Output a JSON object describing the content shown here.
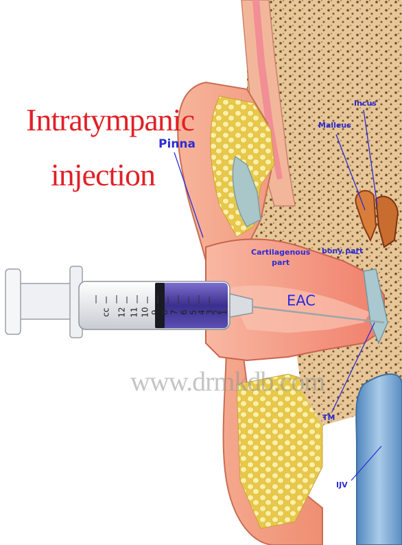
{
  "title": {
    "line1": "Intratympanic",
    "line2": "injection"
  },
  "labels": {
    "pinna": "Pinna",
    "incus": "Incus",
    "malleus": "Malleus",
    "cartilagenous_line1": "Cartilagenous",
    "cartilagenous_line2": "part",
    "bony": "bony part",
    "eac": "EAC",
    "tm": "TM",
    "ijv": "IJV"
  },
  "watermark": "www.drmkdb.com",
  "syringe": {
    "scale": [
      "1",
      "2",
      "3",
      "4",
      "5",
      "6",
      "7",
      "8",
      "9",
      "10",
      "11",
      "12"
    ],
    "unit": "cc"
  },
  "colors": {
    "title": "#e02127",
    "labels": "#2d2bd6",
    "skin": "#f3a184",
    "canal": "#f6a58d",
    "bone": "#e8c596",
    "fat": "#f5e27a",
    "fluid": "#4a3a9a",
    "vein": "#6f9fcf"
  }
}
